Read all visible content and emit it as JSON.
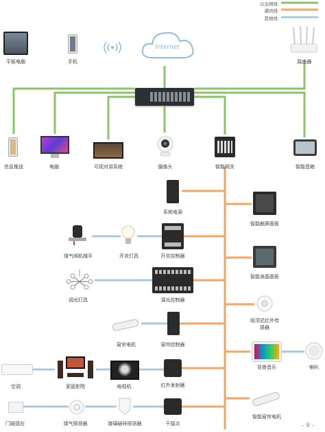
{
  "legend": {
    "ethernet": {
      "label": "以太网线",
      "color": "#8cc36a"
    },
    "comm": {
      "label": "通讯线",
      "color": "#f4a562"
    },
    "other": {
      "label": "其他线",
      "color": "#a8c8e0"
    }
  },
  "cloud_label": "Internet",
  "top_devices": {
    "tablet": "平板电脑",
    "phone": "手机",
    "router": "路由器"
  },
  "network_devices": {
    "info_push": "信息推送",
    "computer": "电脑",
    "video_intercom": "可视对讲系统",
    "camera": "摄像头",
    "smart_gateway": "智能网关",
    "smart_speaker": "智能音箱"
  },
  "bus_left": {
    "power": "系统电源",
    "gas_valve": "煤气阀机械手",
    "switch_light": "开关灯具",
    "switch_ctrl": "开关控制器",
    "dimmer_light": "调光灯具",
    "dimmer_ctrl": "调光控制器",
    "curtain_motor": "窗帘电机",
    "curtain_ctrl": "窗帘控制器",
    "ac": "空调",
    "home_theater": "家庭影院",
    "tv": "电视机",
    "ir_emitter": "红外发射器",
    "door_sensor": "门磁感应",
    "gas_detector": "煤气探测器",
    "glass_break": "玻璃破碎探测器",
    "dry_contact": "干接点"
  },
  "bus_right": {
    "touch_panel": "智能触屏面板",
    "lcd_panel": "智能液晶面板",
    "ir_sensor_1": "吸顶式红外传",
    "ir_sensor_2": "感器",
    "bg_music": "背景音乐",
    "speaker": "喇叭",
    "curtain_motor": "智能窗帘电机"
  },
  "page_number": "- 9 -"
}
